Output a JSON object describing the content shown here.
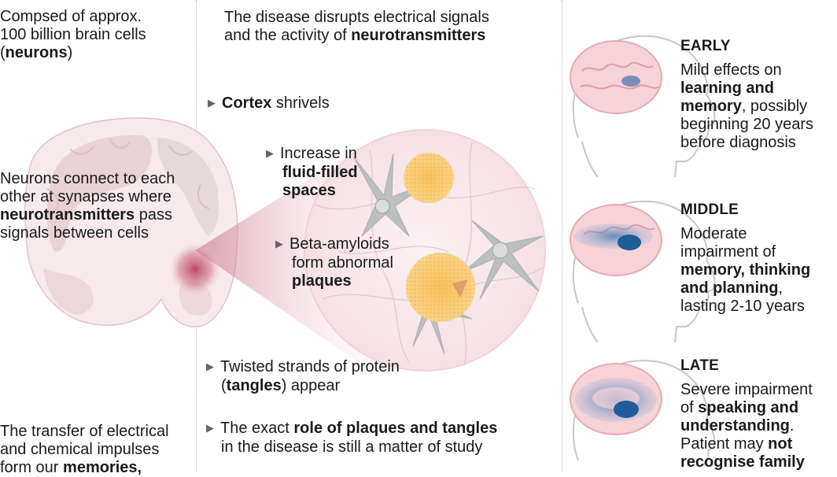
{
  "left": {
    "neurons": {
      "l1": "Compsed of approx.",
      "l2": "100 billion brain cells",
      "open": "(",
      "bold": "neurons",
      "close": ")"
    },
    "synapses": {
      "l1": "Neurons connect to each",
      "l2": "other at synapses where",
      "bold": "neurotransmitters",
      "l3": " pass",
      "l4": "signals between cells"
    },
    "memories": {
      "l1": "The transfer of electrical",
      "l2": "and chemical impulses",
      "l3": "form our ",
      "bold": "memories,"
    }
  },
  "middle": {
    "intro": {
      "l1": "The disease disrupts electrical signals",
      "l2": "and the activity of ",
      "bold": "neurotransmitters"
    },
    "cortex": {
      "bold": "Cortex",
      "rest": " shrivels"
    },
    "fluid": {
      "l1": "Increase in",
      "b1": "fluid-filled",
      "b2": "spaces"
    },
    "beta": {
      "l1": "Beta-amyloids",
      "l2": "form abnormal",
      "bold": "plaques"
    },
    "tangles": {
      "l1": "Twisted strands of protein",
      "open": "(",
      "bold": "tangles",
      "rest": ") appear"
    },
    "role": {
      "pre": "The exact ",
      "bold": "role of plaques and tangles",
      "l2": "in the disease is still a matter of study"
    }
  },
  "stages": {
    "early": {
      "title": "EARLY",
      "l1": "Mild effects on",
      "b1": "learning and",
      "b2": "memory",
      "r2": ", possibly",
      "l3": "beginning 20 years",
      "l4": "before diagnosis"
    },
    "middle": {
      "title": "MIDDLE",
      "l1": "Moderate",
      "l2": "impairment of",
      "b1": "memory, thinking",
      "b2": "and planning",
      "r2": ",",
      "l3": "lasting 2-10 years"
    },
    "late": {
      "title": "LATE",
      "l1": "Severe impairment",
      "l2": "of ",
      "b1": "speaking and",
      "b2": "understanding",
      "r2": ".",
      "l3": "Patient may ",
      "b3": "not",
      "b4": "recognise family"
    }
  },
  "colors": {
    "brain_pink": "#e9b7bd",
    "lesion": "#c2607a",
    "plaque": "#f4b545",
    "neuron_grey": "#bcc0c0",
    "damage_blue": "#1f5c99"
  }
}
